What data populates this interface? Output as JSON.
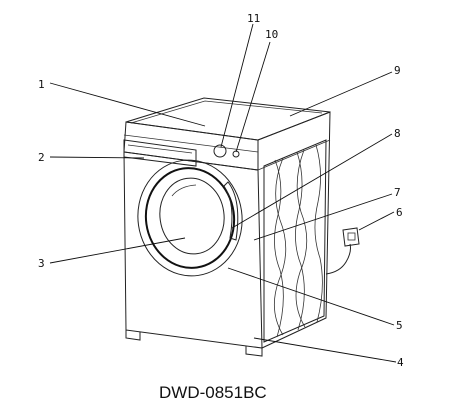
{
  "caption": "DWD-0851BC",
  "callouts": [
    {
      "id": "1",
      "text": "1"
    },
    {
      "id": "2",
      "text": "2"
    },
    {
      "id": "3",
      "text": "3"
    },
    {
      "id": "4",
      "text": "4"
    },
    {
      "id": "5",
      "text": "5"
    },
    {
      "id": "6",
      "text": "6"
    },
    {
      "id": "7",
      "text": "7"
    },
    {
      "id": "8",
      "text": "8"
    },
    {
      "id": "9",
      "text": "9"
    },
    {
      "id": "10",
      "text": "10"
    },
    {
      "id": "11",
      "text": "11"
    }
  ]
}
